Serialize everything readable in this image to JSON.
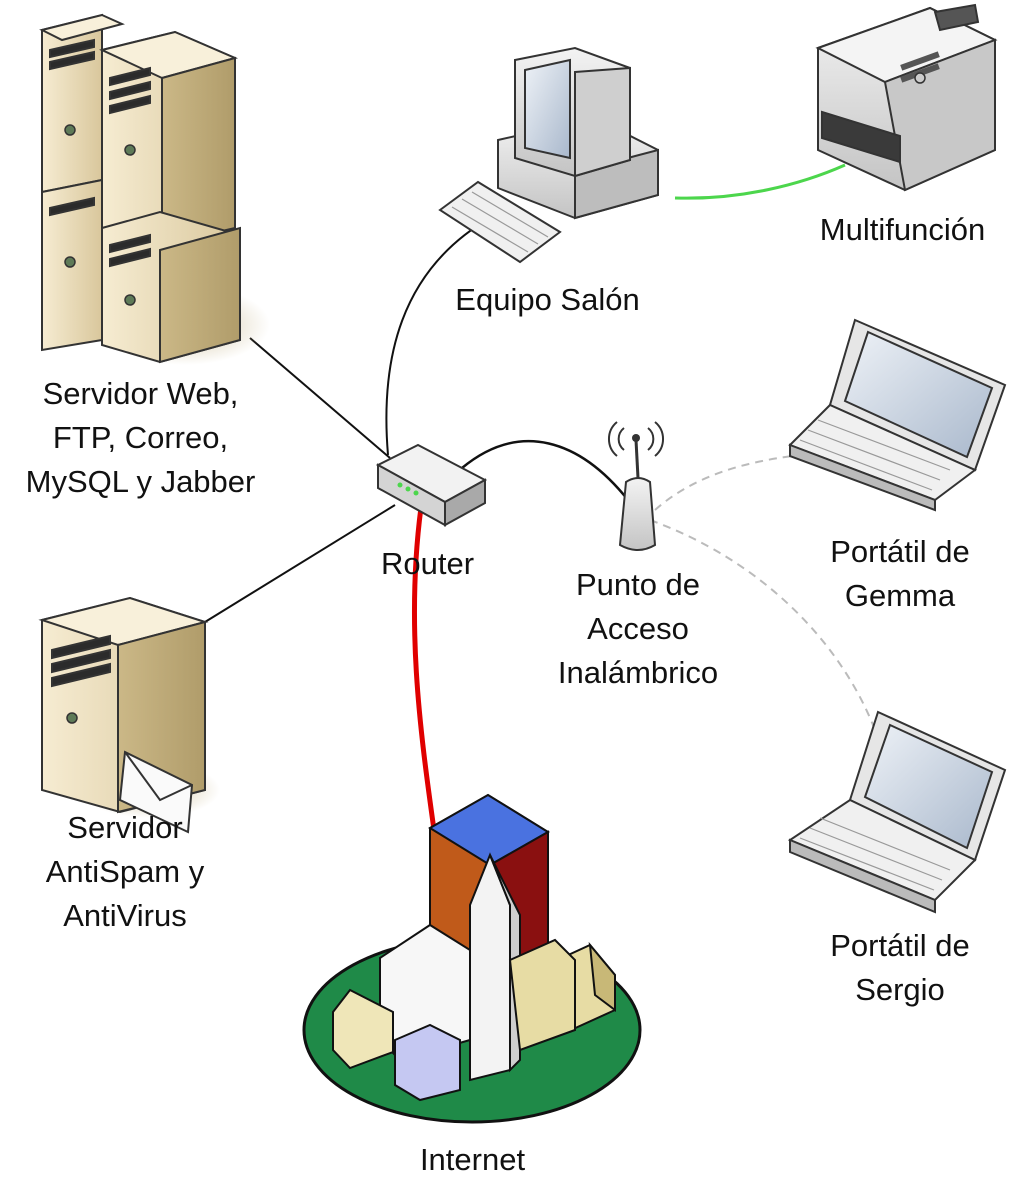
{
  "nodes": {
    "server_web": {
      "lines": [
        "Servidor Web,",
        "FTP, Correo,",
        "MySQL y Jabber"
      ],
      "icon": "server-cluster-icon"
    },
    "server_antispam": {
      "lines": [
        "Servidor",
        "AntiSpam y",
        "AntiVirus"
      ],
      "icon": "mail-server-icon"
    },
    "router": {
      "lines": [
        "Router"
      ],
      "icon": "router-icon"
    },
    "equipo_salon": {
      "lines": [
        "Equipo Salón"
      ],
      "icon": "desktop-computer-icon"
    },
    "multifuncion": {
      "lines": [
        "Multifunción"
      ],
      "icon": "printer-icon"
    },
    "access_point": {
      "lines": [
        "Punto de",
        "Acceso",
        "Inalámbrico"
      ],
      "icon": "wireless-access-point-icon"
    },
    "laptop_gemma": {
      "lines": [
        "Portátil de",
        "Gemma"
      ],
      "icon": "laptop-icon"
    },
    "laptop_sergio": {
      "lines": [
        "Portátil de",
        "Sergio"
      ],
      "icon": "laptop-icon"
    },
    "internet": {
      "lines": [
        "Internet"
      ],
      "icon": "city-internet-icon"
    }
  },
  "colors": {
    "wire": "#111111",
    "internet_link": "#e00000",
    "printer_link": "#4cd64c",
    "wireless_link": "#bbbbbb",
    "server_body": "#efe3c0",
    "ground": "#1f8a48"
  }
}
